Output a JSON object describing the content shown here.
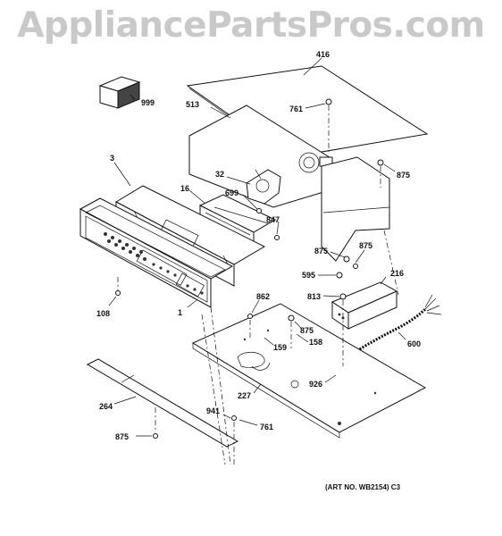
{
  "watermark": "AppliancePartsPros.com",
  "art_number": "(ART NO. WB2154) C3",
  "callouts": {
    "c416": "416",
    "c999": "999",
    "c761a": "761",
    "c513": "513",
    "c875a": "875",
    "c3": "3",
    "c32": "32",
    "c16": "16",
    "c699": "699",
    "c847": "847",
    "c875b": "875",
    "c875c": "875",
    "c595": "595",
    "c216": "216",
    "c813": "813",
    "c862": "862",
    "c108": "108",
    "c1": "1",
    "c875d": "875",
    "c158": "158",
    "c159": "159",
    "c600": "600",
    "c926": "926",
    "c227": "227",
    "c264": "264",
    "c941": "941",
    "c761b": "761",
    "c875e": "875"
  }
}
